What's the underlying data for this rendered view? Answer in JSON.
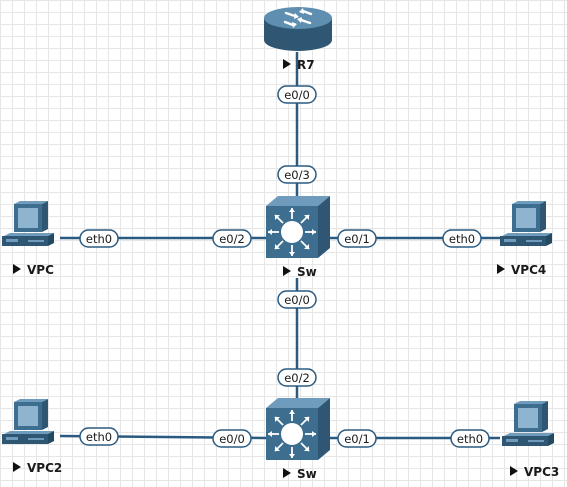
{
  "colors": {
    "link": "#2b5a80",
    "device_dark": "#2f5773",
    "device_mid": "#3d6e8f",
    "device_light": "#6f9cbc",
    "label_border": "#2b5a80",
    "label_fill": "#ffffff"
  },
  "nodes": {
    "r7": "R7",
    "sw1": "Sw",
    "sw2": "Sw",
    "vpc": "VPC",
    "vpc4": "VPC4",
    "vpc2": "VPC2",
    "vpc3": "VPC3"
  },
  "icons": {
    "router": "router-icon",
    "switch": "multilayer-switch-icon",
    "pc": "pc-icon",
    "play": "play-triangle-icon"
  },
  "links": [
    {
      "id": "r7-sw1",
      "a_port": "e0/0",
      "b_port": "e0/3"
    },
    {
      "id": "vpc-sw1",
      "a_port": "eth0",
      "b_port": "e0/2"
    },
    {
      "id": "sw1-vpc4",
      "a_port": "e0/1",
      "b_port": "eth0"
    },
    {
      "id": "sw1-sw2",
      "a_port": "e0/0",
      "b_port": "e0/2"
    },
    {
      "id": "vpc2-sw2",
      "a_port": "eth0",
      "b_port": "e0/0"
    },
    {
      "id": "sw2-vpc3",
      "a_port": "e0/1",
      "b_port": "eth0"
    }
  ]
}
